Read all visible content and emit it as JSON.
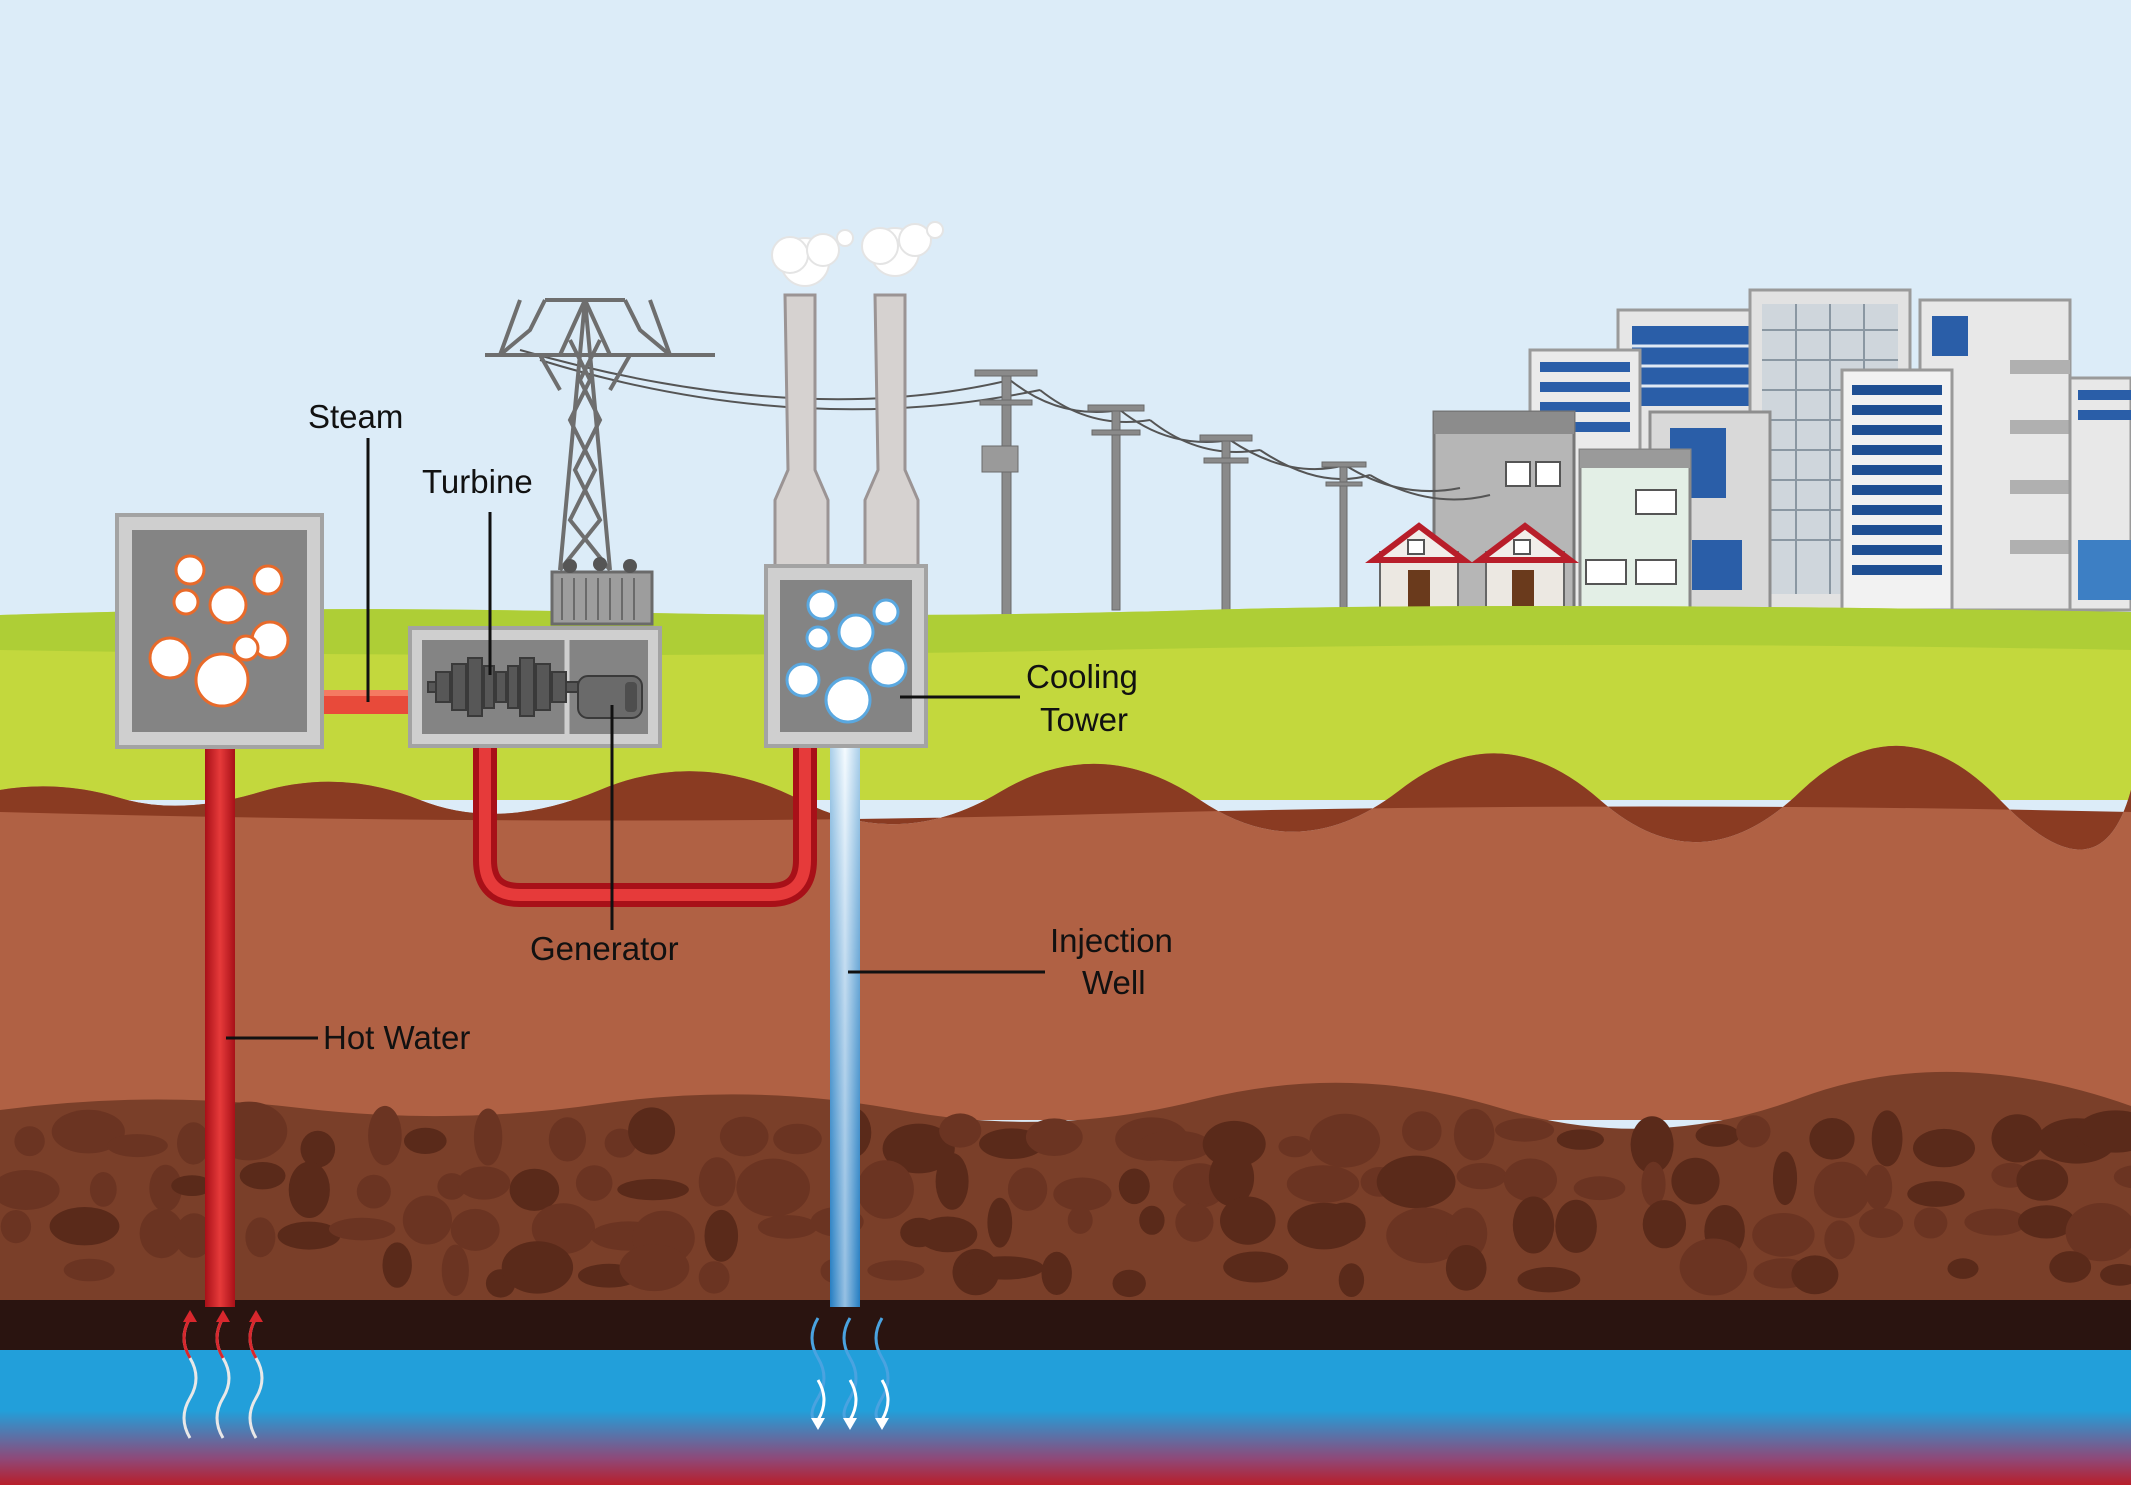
{
  "labels": {
    "steam": "Steam",
    "turbine": "Turbine",
    "generator": "Generator",
    "cooling_tower_line1": "Cooling",
    "cooling_tower_line2": "Tower",
    "injection_well_line1": "Injection",
    "injection_well_line2": "Well",
    "hot_water": "Hot Water"
  },
  "colors": {
    "sky": "#dcecf8",
    "grass": "#c3d83d",
    "grass_dark": "#8cbc2f",
    "soil": "#b06144",
    "soil_edge": "#8a3b22",
    "rock_layer": "#7a3f29",
    "rock": "#5a2a1a",
    "dark_layer": "#2a1410",
    "water": "#229fda",
    "magma": "#b81e2a",
    "hot_pipe": "#d8272d",
    "cold_pipe": "#6fc3ec",
    "box_frame": "#c9c9c9",
    "box_inner": "#848484"
  },
  "icons": [
    "power-pylon-icon",
    "chimney-icon",
    "steam-cloud-icon",
    "utility-pole-icon",
    "house-icon",
    "building-icon",
    "heat-wave-icon"
  ]
}
